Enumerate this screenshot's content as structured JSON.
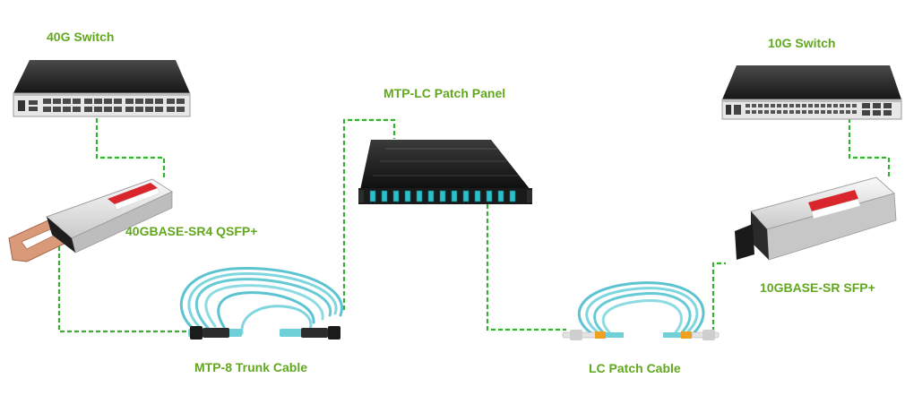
{
  "labels": {
    "switch_40g": "40G Switch",
    "switch_10g": "10G Switch",
    "patch_panel": "MTP-LC Patch Panel",
    "qsfp": "40GBASE-SR4 QSFP+",
    "sfp": "10GBASE-SR SFP+",
    "trunk_cable": "MTP-8 Trunk Cable",
    "lc_cable": "LC Patch Cable"
  },
  "colors": {
    "label_green": "#62a81e",
    "link_line": "#33b02e",
    "fiber_aqua": "#6fd0d8",
    "device_body": "#222222",
    "transceiver_metal": "#e3e3e3",
    "transceiver_label": "#d9262c",
    "pull_tab": "#d99a7a",
    "lc_connector_orange": "#f0a020"
  }
}
